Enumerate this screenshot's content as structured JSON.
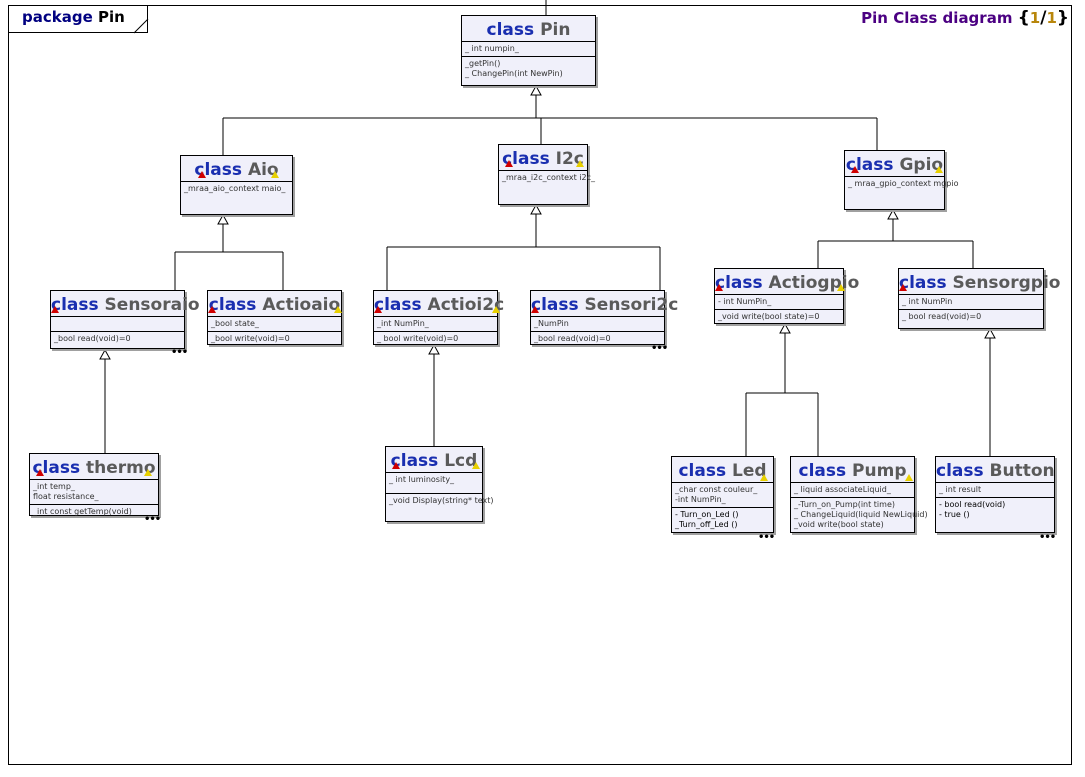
{
  "package": {
    "keyword": "package",
    "name": "Pin"
  },
  "diagram": {
    "title": "Pin Class diagram",
    "brace_open": "{",
    "page": "1",
    "sep": "/",
    "total": "1",
    "brace_close": "}"
  },
  "classes": {
    "pin": {
      "keyword": "class",
      "name": "Pin",
      "attributes": [
        "_ int   numpin_"
      ],
      "operations": [
        "_getPin()",
        "_ ChangePin(int NewPin)"
      ]
    },
    "aio": {
      "keyword": "class",
      "name": "Aio",
      "attributes": [
        "_mraa_aio_context maio_"
      ]
    },
    "i2c": {
      "keyword": "class",
      "name": "I2c",
      "attributes": [
        "_mraa_i2c_context i2c_"
      ]
    },
    "gpio": {
      "keyword": "class",
      "name": "Gpio",
      "attributes": [
        "_ mraa_gpio_context mgpio"
      ]
    },
    "sensoraio": {
      "keyword": "class",
      "name": "Sensoraio",
      "attributes": [
        ""
      ],
      "operations": [
        "_bool read(void)=0"
      ]
    },
    "actioaio": {
      "keyword": "class",
      "name": "Actioaio",
      "attributes": [
        "_bool state_"
      ],
      "operations": [
        "_bool write(void)=0"
      ]
    },
    "actioi2c": {
      "keyword": "class",
      "name": "Actioi2c",
      "attributes": [
        "_int NumPin_"
      ],
      "operations": [
        "_ bool write(void)=0"
      ]
    },
    "sensori2c": {
      "keyword": "class",
      "name": "Sensori2c",
      "attributes": [
        "_NumPin"
      ],
      "operations": [
        "_bool read(void)=0"
      ]
    },
    "actiogpio": {
      "keyword": "class",
      "name": "Actiogpio",
      "attributes": [
        "- int NumPin_"
      ],
      "operations": [
        "_void write(bool state)=0"
      ]
    },
    "sensorgpio": {
      "keyword": "class",
      "name": "Sensorgpio",
      "attributes": [
        "_ int NumPin"
      ],
      "operations": [
        "_ bool read(void)=0"
      ]
    },
    "thermo": {
      "keyword": "class",
      "name": "thermo",
      "attributes": [
        "_int temp_",
        "float resistance_"
      ],
      "operations": [
        "_int const getTemp(void)"
      ]
    },
    "lcd": {
      "keyword": "class",
      "name": "Lcd",
      "attributes": [
        "_ int luminosity_"
      ],
      "operations": [
        "_void Display(string* text)"
      ]
    },
    "led": {
      "keyword": "class",
      "name": "Led",
      "attributes": [
        "_char const couleur_",
        "-int NumPin_"
      ],
      "operations": [
        "- Turn_on_Led ()",
        "_Turn_off_Led ()"
      ]
    },
    "pump": {
      "keyword": "class",
      "name": "Pump",
      "attributes": [
        "_ liquid associateLiquid_"
      ],
      "operations": [
        "_-Turn_on_Pump(int time)",
        "_ ChangeLiquid(liquid NewLiquid)",
        "_void write(bool state)"
      ]
    },
    "button": {
      "keyword": "class",
      "name": "Button",
      "attributes": [
        "_ int result"
      ],
      "operations": [
        "- bool read(void)",
        "- true ()"
      ]
    }
  },
  "ellipsis": "•••",
  "colors": {
    "keyword": "#1a2fb0",
    "classname": "#5a5a5a",
    "box_fill": "#f0f0fa",
    "title": "#4b0082",
    "page_num": "#b8860b",
    "package": "#000080"
  }
}
